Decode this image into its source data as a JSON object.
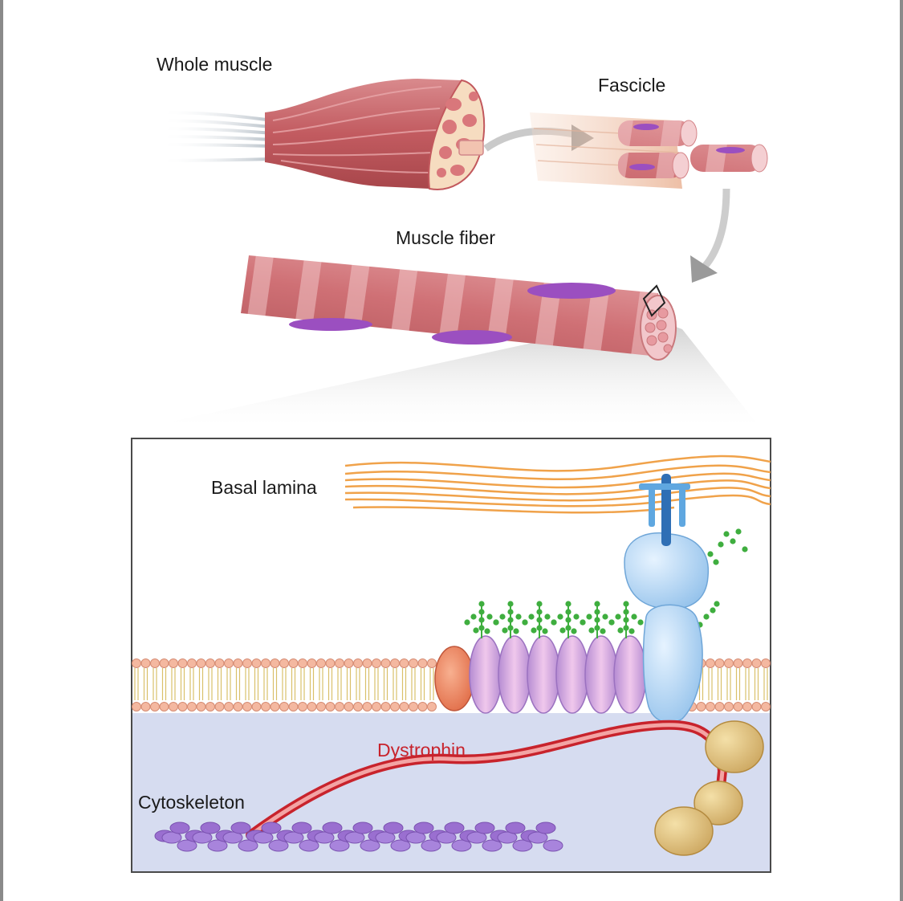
{
  "labels": {
    "whole_muscle": "Whole muscle",
    "fascicle": "Fascicle",
    "muscle_fiber": "Muscle fiber",
    "basal_lamina": "Basal lamina",
    "dystrophin": "Dystrophin",
    "cytoskeleton": "Cytoskeleton"
  },
  "colors": {
    "muscle": "#c9676b",
    "muscle_light": "#e8a0a2",
    "nucleus": "#9b4fc0",
    "basal_lamina": "#f0a24a",
    "membrane_head": "#f4b8a0",
    "cytoplasm": "#d6dcf0",
    "sarcoglycan": "#c79ad8",
    "dystroglycan": "#9fc9ee",
    "dystrophin": "#d9343a",
    "glycan": "#3fae3f",
    "actin": "#9a6fd0",
    "syntrophin": "#d4b06a"
  }
}
